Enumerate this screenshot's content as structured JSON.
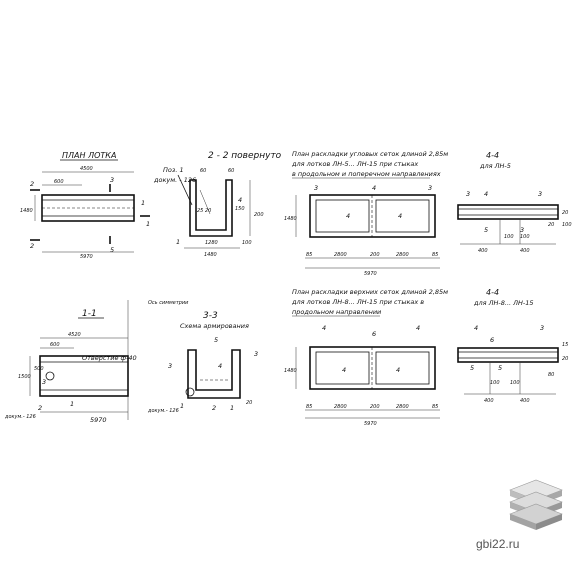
{
  "views": {
    "plan": {
      "title": "ПЛАН ЛОТКА",
      "dim_total": "4500",
      "dim_end": "600",
      "length": "5970",
      "height": "1480",
      "labels": [
        "2",
        "3",
        "1",
        "2",
        "5",
        "1"
      ]
    },
    "section22": {
      "title": "2 - 2 повернуто",
      "pos": "Поз. 1",
      "ref": "докум. - 126",
      "dims": [
        "60",
        "60",
        "25 20",
        "200",
        "1280",
        "100",
        "1480",
        "150"
      ],
      "labels": [
        "4",
        "1"
      ]
    },
    "section11": {
      "title": "1-1",
      "note": "Ось симметрии",
      "hole": "Отверстие ф-40",
      "dim_total": "4520",
      "dim_end": "600",
      "length": "5970",
      "height": "1500",
      "sub": "500",
      "labels": [
        "3",
        "2",
        "1"
      ],
      "ref": "докум.- 126"
    },
    "section33": {
      "title": "3-3",
      "subtitle": "Схема армирования",
      "ref": "докум.- 126",
      "labels": [
        "5",
        "3",
        "3",
        "4",
        "2",
        "1",
        "1"
      ],
      "dim": "20"
    },
    "plan_corner": {
      "title_l1": "План раскладки угловых сеток длиной 2,85м",
      "title_l2": "для лотков ЛН-5... ЛН-15 при стыках",
      "title_l3": "в продольном и поперечном направлениях",
      "dims": [
        "85",
        "2800",
        "200",
        "2800",
        "85"
      ],
      "length": "5970",
      "height": "1480",
      "labels": [
        "3",
        "4",
        "4",
        "4",
        "3"
      ]
    },
    "section44a": {
      "title": "4-4",
      "subtitle": "для ЛН-5",
      "labels": [
        "3",
        "4",
        "3",
        "5",
        "3"
      ],
      "dims": [
        "100",
        "100",
        "20",
        "100",
        "400",
        "400",
        "20"
      ]
    },
    "plan_top": {
      "title_l1": "План раскладки верхних сеток длиной 2,85м",
      "title_l2": "для лотков ЛН-8... ЛН-15 при стыках в",
      "title_l3": "продольном направлении",
      "dims": [
        "85",
        "2800",
        "200",
        "2800",
        "85"
      ],
      "length": "5970",
      "height": "1480",
      "labels": [
        "4",
        "6",
        "4",
        "4",
        "4"
      ]
    },
    "section44b": {
      "title": "4-4",
      "subtitle": "для ЛН-8... ЛН-15",
      "labels": [
        "4",
        "6",
        "3",
        "5",
        "5"
      ],
      "dims": [
        "100",
        "100",
        "400",
        "400",
        "80",
        "15",
        "20"
      ]
    }
  },
  "watermark": "gbi22.ru"
}
